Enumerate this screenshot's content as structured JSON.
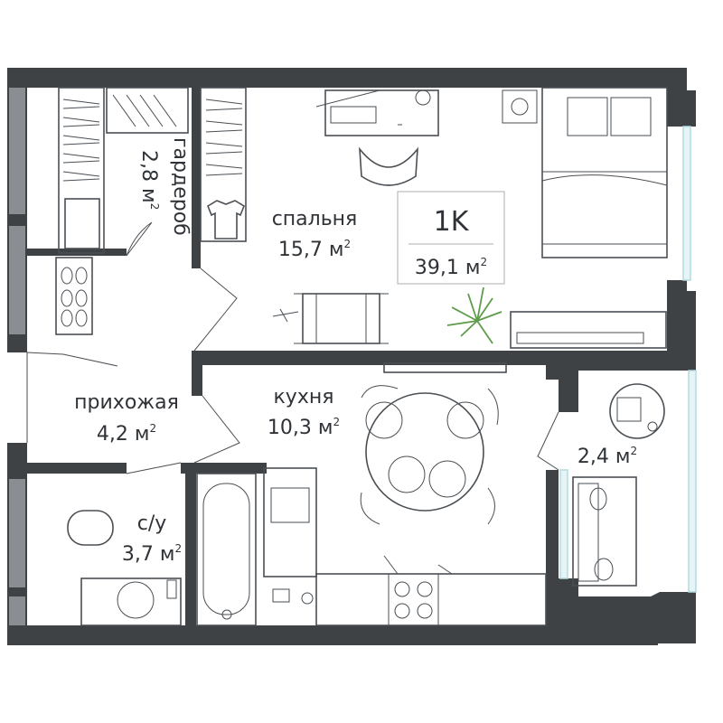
{
  "plan": {
    "type_label": "1K",
    "total_area": "39,1 м",
    "area_unit_sup": "2"
  },
  "rooms": {
    "bedroom": {
      "name": "спальня",
      "area": "15,7 м"
    },
    "wardrobe": {
      "name": "гардероб",
      "area": "2,8 м"
    },
    "hallway": {
      "name": "прихожая",
      "area": "4,2 м"
    },
    "kitchen": {
      "name": "кухня",
      "area": "10,3 м"
    },
    "bathroom": {
      "name": "с/у",
      "area": "3,7 м"
    },
    "balcony": {
      "name": "",
      "area": "2,4 м"
    }
  },
  "colors": {
    "wall": "#3e4245",
    "exterior_panel": "#8a8e93",
    "window": "#b3dbe0",
    "plant": "#5e9b4a",
    "text": "#2f3337"
  }
}
